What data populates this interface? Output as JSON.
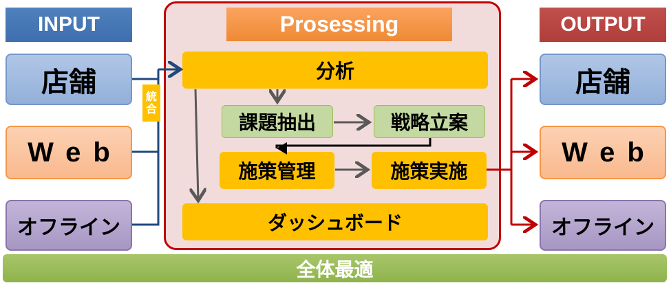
{
  "input": {
    "header": "INPUT",
    "items": [
      {
        "label": "店舗"
      },
      {
        "label": "Web"
      },
      {
        "label": "オフライン"
      }
    ],
    "merge_label": "統合"
  },
  "processing": {
    "header": "Prosessing",
    "analysis": "分析",
    "issue_extraction": "課題抽出",
    "strategy_planning": "戦略立案",
    "measure_management": "施策管理",
    "measure_execution": "施策実施",
    "dashboard": "ダッシュボード"
  },
  "output": {
    "header": "OUTPUT",
    "items": [
      {
        "label": "店舗"
      },
      {
        "label": "Web"
      },
      {
        "label": "オフライン"
      }
    ]
  },
  "footer": {
    "label": "全体最適"
  },
  "colors": {
    "input_arrow": "#1f497d",
    "output_arrow": "#c00000",
    "flow_arrow": "#595959",
    "panel_border": "#c00000",
    "panel_fill": "#f2dcdb",
    "yellow": "#ffc000",
    "green": "#c4d9a1"
  }
}
